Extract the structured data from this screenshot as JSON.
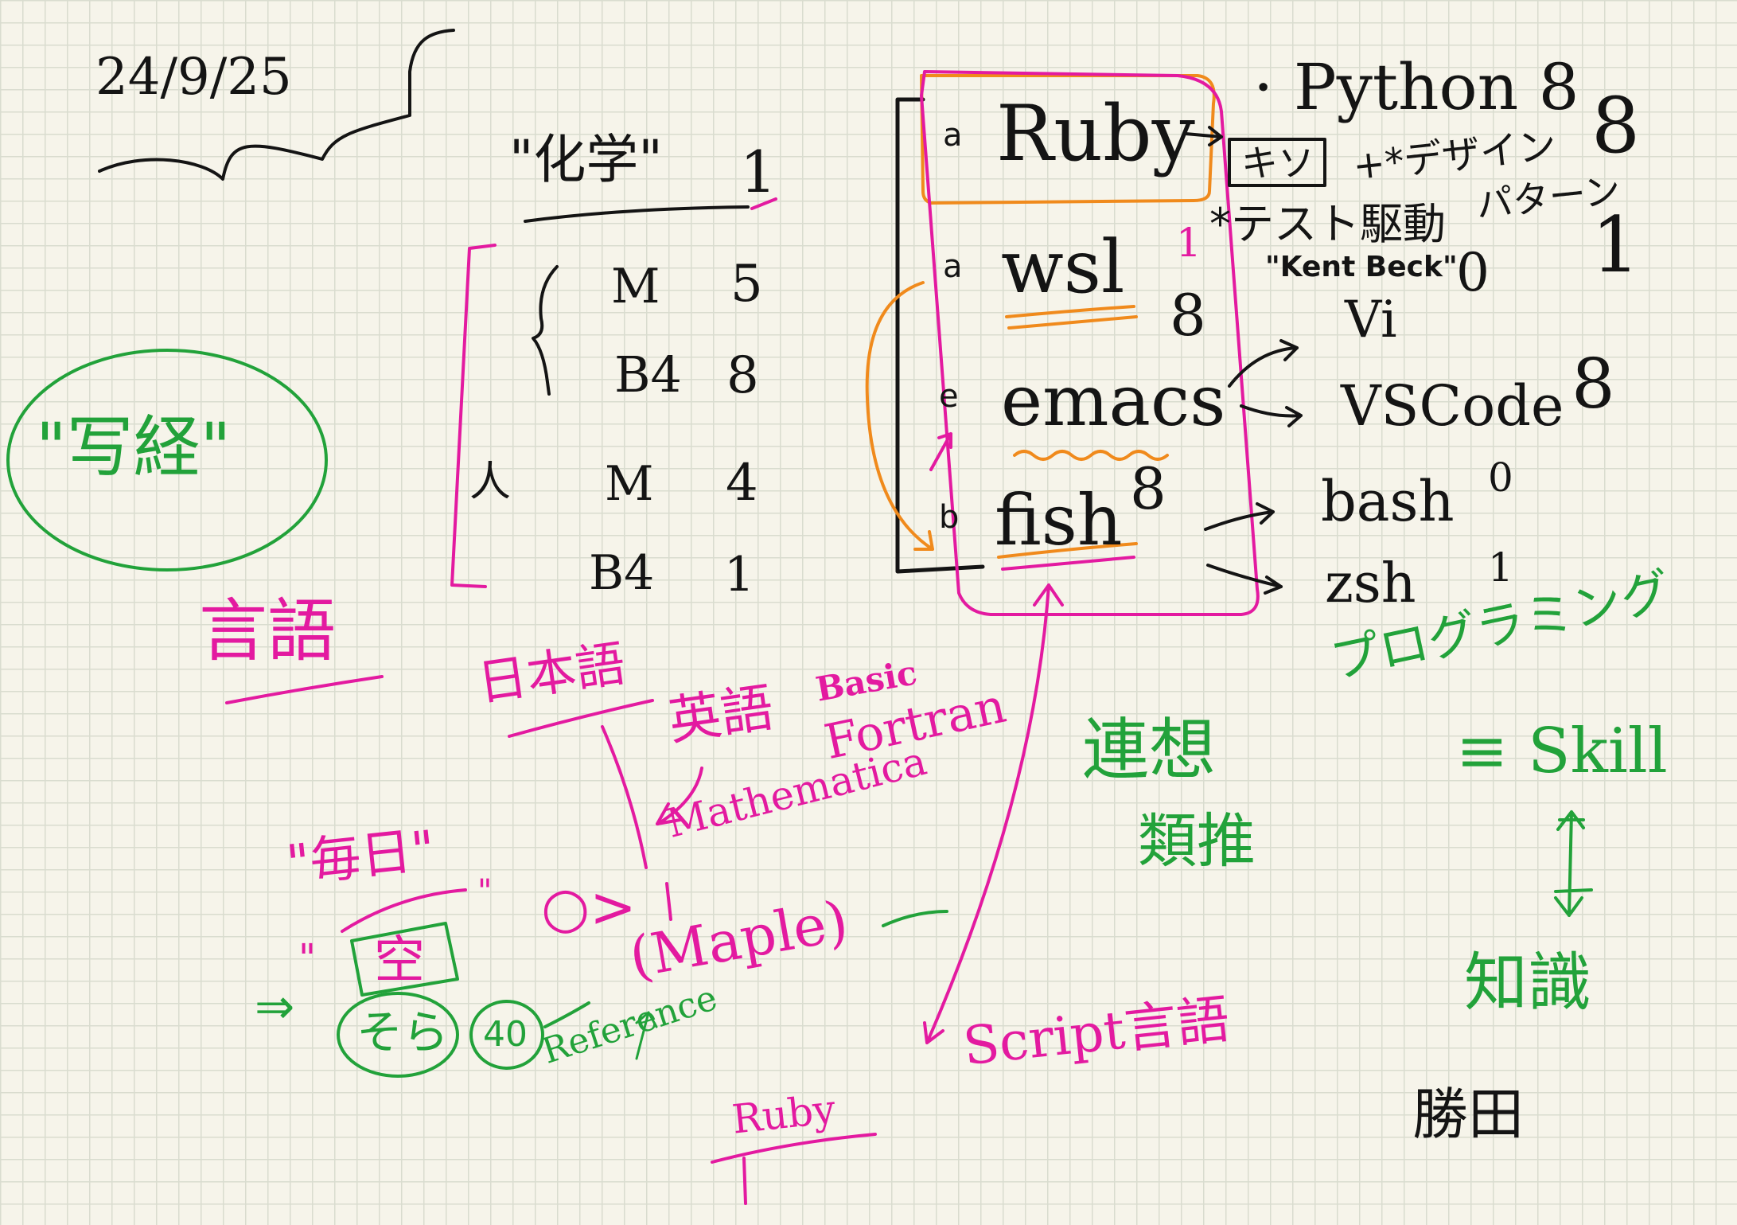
{
  "colors": {
    "black": "#141414",
    "magenta": "#e31aa0",
    "green": "#22a23a",
    "orange": "#f08a1c",
    "paper": "#f6f4ea"
  },
  "date": "24/9/25",
  "shakyo": "\"写経\"",
  "kagaku": {
    "title": "\"化学\"",
    "count": "1"
  },
  "table": [
    {
      "side": "",
      "subject": "M",
      "score": "5"
    },
    {
      "side": "",
      "subject": "B4",
      "score": "8"
    },
    {
      "side": "人",
      "subject": "M",
      "score": "4"
    },
    {
      "side": "",
      "subject": "B4",
      "score": "1"
    }
  ],
  "gengo": "言語",
  "nihongo": "日本語",
  "eigo": "英語",
  "basic": "Basic",
  "fortran": "Fortran",
  "mathematica": "Mathematica",
  "maple": "(Maple)",
  "circle_gt": "○>",
  "mainichi": "\"毎日\"",
  "quote_right": "\"",
  "sora_left_quote": "\"",
  "sora": "空",
  "arrow_left": "⇒",
  "sora_kana": "そら",
  "forty": "40",
  "reference": "Reference",
  "ruby_bottom": "Ruby",
  "list": [
    {
      "bullet": "a",
      "name": "Ruby"
    },
    {
      "bullet": "a",
      "name": "wsl"
    },
    {
      "bullet": "e",
      "name": "emacs"
    },
    {
      "bullet": "b",
      "name": "fish"
    }
  ],
  "wsl_one": "1",
  "wsl_eight": "8",
  "fish_eight": "8",
  "python": "· Python 8",
  "python_right": "8",
  "kihon": "キソ",
  "design_pattern_1": "+*デザイン",
  "design_pattern_2": "パターン",
  "test_driven": "*テスト駆動",
  "kent_beck": "\"Kent Beck\"",
  "kent_zero": "0",
  "right_one": "1",
  "vi": "Vi",
  "vscode": "VSCode",
  "vscode_eight": "8",
  "bash": "bash",
  "bash_zero": "0",
  "zsh": "zsh",
  "zsh_one": "1",
  "rensou": "連想",
  "ruisui": "類推",
  "script_gengo": "Script言語",
  "programming": "プログラミング",
  "skill": "≡ Skill",
  "chishiki": "知識",
  "name": "勝田"
}
